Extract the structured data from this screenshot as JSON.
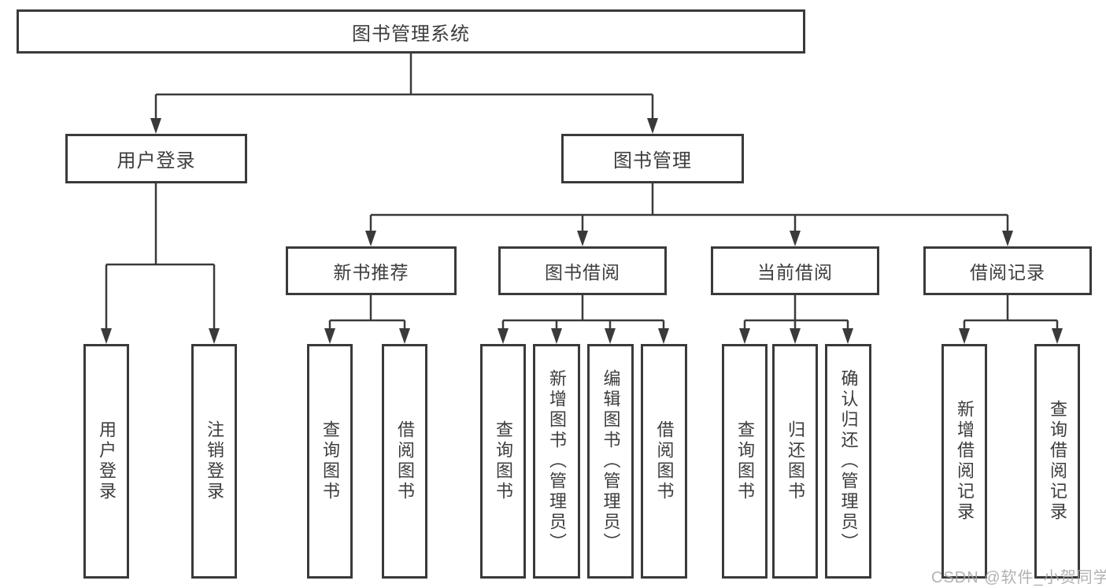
{
  "tree": {
    "root": {
      "label": "图书管理系统"
    },
    "branches": [
      {
        "label": "用户登录",
        "children": [
          {
            "label": "用户登录"
          },
          {
            "label": "注销登录"
          }
        ]
      },
      {
        "label": "图书管理",
        "groups": [
          {
            "label": "新书推荐",
            "children": [
              {
                "label": "查询图书"
              },
              {
                "label": "借阅图书"
              }
            ]
          },
          {
            "label": "图书借阅",
            "children": [
              {
                "label": "查询图书"
              },
              {
                "label": "新增图书（管理员）"
              },
              {
                "label": "编辑图书（管理员）"
              },
              {
                "label": "借阅图书"
              }
            ]
          },
          {
            "label": "当前借阅",
            "children": [
              {
                "label": "查询图书"
              },
              {
                "label": "归还图书"
              },
              {
                "label": "确认归还（管理员）"
              }
            ]
          },
          {
            "label": "借阅记录",
            "children": [
              {
                "label": "新增借阅记录"
              },
              {
                "label": "查询借阅记录"
              }
            ]
          }
        ]
      }
    ]
  },
  "watermark": {
    "text": "CSDN @软件_小贺同学"
  },
  "colors": {
    "line": "#3a3a3a",
    "text": "#3d3d3d",
    "box_background": "#ffffff",
    "page_background": "#ffffff",
    "watermark": "#a4a4a4"
  }
}
